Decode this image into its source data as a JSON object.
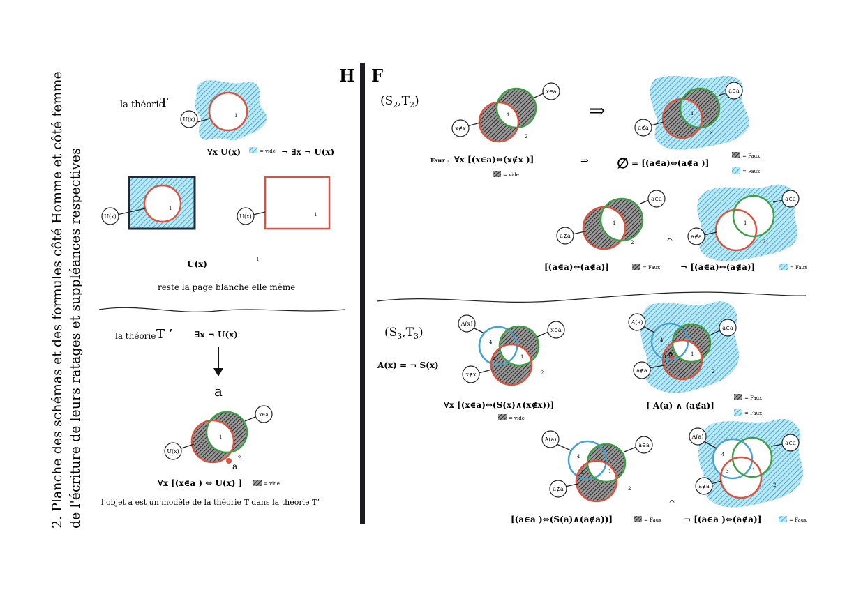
{
  "side_title": {
    "line1": "2. Planche des schémas et des formules côté Homme et côté femme",
    "line2": "de l'écriture de leurs ratages et suppléances respectives"
  },
  "headers": {
    "h": "H",
    "f": "F"
  },
  "colors": {
    "red": "#d9543f",
    "green": "#3f9e46",
    "blue": "#4aa3cf",
    "cyan": "#3bb2d6",
    "hatch_gray": "#3a3a3a",
    "divider": "#1c1c22"
  },
  "left": {
    "theory_t_prefix": "la théorie",
    "theory_t_letter": "T",
    "u_x": "U(x)",
    "one": "1",
    "two": "2",
    "forall_ux": "∀x U(x)",
    "vide_legend": "= vide",
    "not_exists": "¬ ∃x ¬ U(x)",
    "u_x_caption": "U(x)",
    "caption_one": "1",
    "blank_page": "reste la page blanche elle même",
    "theory_tp_prefix": "la théorie",
    "theory_tp_letter": "T ’",
    "exists_not_ux": "∃x ¬ U(x)",
    "letter_a": "a",
    "x_in_a": "x∈a",
    "point_a": "a",
    "formula_model": "∀x [(x∈a ) ⇔ U(x) ]",
    "model_vide": "= vide",
    "model_text": "l’objet a est un modèle de la théorie T dans la théorie T’"
  },
  "s2": {
    "title": "(S",
    "sub_s": "2",
    "comma_t": ",T",
    "sub_t": "2",
    "close": ")",
    "x_in_a": "x∈a",
    "x_notin_x": "x∉x",
    "a_in_a": "a∈a",
    "a_notin_a": "a∉a",
    "one": "1",
    "two": "2",
    "implies_big": "⇒",
    "faux_prefix": "Faux :",
    "formula_forall": "∀x [(x∈a)⇔(x∉x )]",
    "vide_legend": "= vide",
    "implies_small": "⇒",
    "empty_set": "∅",
    "formula_eq": "= [(a∈a)⇔(a∉a )]",
    "faux_legend_1": "= Faux",
    "faux_legend_2": "= Faux",
    "formula_bottom_left": "[(a∈a)⇔(a∉a)]",
    "faux_bl": "= Faux",
    "wedge": "^",
    "formula_bottom_right": "¬ [(a∈a)⇔(a∉a)]",
    "faux_br": "= Faux"
  },
  "s3": {
    "title": "(S",
    "sub_s": "3",
    "comma_t": ",T",
    "sub_t": "3",
    "close": ")",
    "definition": "A(x) = ¬ S(x)",
    "a_x": "A(x)",
    "a_a": "A(a)",
    "x_in_a": "x∈a",
    "x_notin_x": "x∉x",
    "a_in_a": "a∈a",
    "a_notin_a": "a∉a",
    "one": "1",
    "two": "2",
    "three": "3",
    "four": "4",
    "point_a": "a",
    "formula_forall": "∀x [(x∈a)⇔(S(x)∧(x∉x))]",
    "vide_legend": "= vide",
    "formula_bracket": "[ A(a) ∧ (a∉a)]",
    "faux_legend_1": "= Faux",
    "faux_legend_2": "= Faux",
    "wedge": "^",
    "formula_bottom_left": "[(a∈a )⇔(S(a)∧(a∉a))]",
    "faux_bl": "= Faux",
    "formula_bottom_right": "¬ [(a∈a )⇔(a∉a)]",
    "faux_br": "= Faux"
  }
}
